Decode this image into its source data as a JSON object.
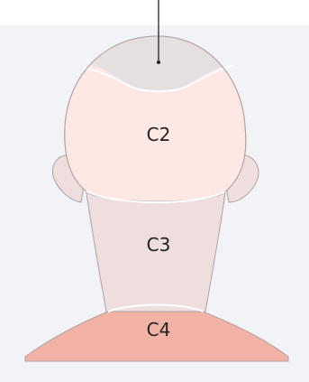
{
  "labels": {
    "c2": "C2",
    "c3": "C3",
    "c4": "C4"
  },
  "colors": {
    "background": "#f2f3f6",
    "vertex": "#e6dfe0",
    "c2_region": "#fde8e3",
    "c3_region": "#eedede",
    "c4_region": "#f2b3a6",
    "outline": "#b0a1a1",
    "pointer": "#222222"
  }
}
